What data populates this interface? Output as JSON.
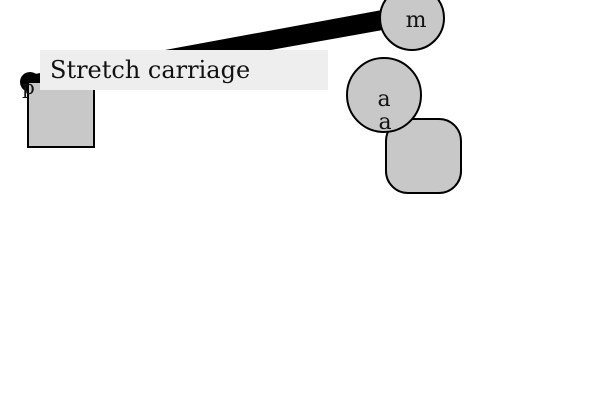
{
  "colors": {
    "background": "#ffffff",
    "shape_fill": "#c8c8c8",
    "stroke": "#000000",
    "tooltip_bg": "#eeeeee"
  },
  "nodes": {
    "pendulum_label": "p",
    "mass_label": "m",
    "axle_label_top": "a",
    "axle_label_bottom": "a"
  },
  "tooltip": {
    "text": "Stretch carriage"
  }
}
